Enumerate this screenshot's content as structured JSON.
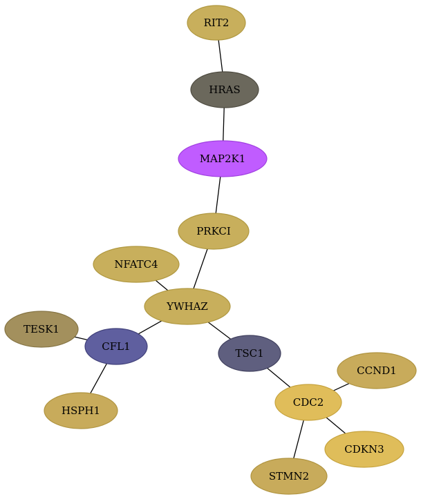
{
  "nodes": [
    {
      "id": "RIT2",
      "label": "RIT2",
      "fill": "#c8af5c",
      "stroke": "#b09840"
    },
    {
      "id": "HRAS",
      "label": "HRAS",
      "fill": "#6b685c",
      "stroke": "#4e4b40"
    },
    {
      "id": "MAP2K1",
      "label": "MAP2K1",
      "fill": "#c05cff",
      "stroke": "#a040e0"
    },
    {
      "id": "PRKCI",
      "label": "PRKCI",
      "fill": "#c8af5c",
      "stroke": "#b09840"
    },
    {
      "id": "NFATC4",
      "label": "NFATC4",
      "fill": "#c8af5c",
      "stroke": "#b09840"
    },
    {
      "id": "YWHAZ",
      "label": "YWHAZ",
      "fill": "#c8af5c",
      "stroke": "#b09840"
    },
    {
      "id": "TESK1",
      "label": "TESK1",
      "fill": "#a3905d",
      "stroke": "#857444"
    },
    {
      "id": "CFL1",
      "label": "CFL1",
      "fill": "#5f5f9f",
      "stroke": "#40407a"
    },
    {
      "id": "TSC1",
      "label": "TSC1",
      "fill": "#5f5f7f",
      "stroke": "#40405e"
    },
    {
      "id": "HSPH1",
      "label": "HSPH1",
      "fill": "#c8ab5b",
      "stroke": "#b09440"
    },
    {
      "id": "CCND1",
      "label": "CCND1",
      "fill": "#c8ab5b",
      "stroke": "#b09440"
    },
    {
      "id": "CDC2",
      "label": "CDC2",
      "fill": "#e0bd5a",
      "stroke": "#c6a33e"
    },
    {
      "id": "CDKN3",
      "label": "CDKN3",
      "fill": "#dfbd5a",
      "stroke": "#c6a33e"
    },
    {
      "id": "STMN2",
      "label": "STMN2",
      "fill": "#c8ab5b",
      "stroke": "#b09440"
    }
  ],
  "edges": [
    {
      "source": "RIT2",
      "target": "HRAS"
    },
    {
      "source": "HRAS",
      "target": "MAP2K1"
    },
    {
      "source": "MAP2K1",
      "target": "PRKCI"
    },
    {
      "source": "PRKCI",
      "target": "YWHAZ"
    },
    {
      "source": "NFATC4",
      "target": "YWHAZ"
    },
    {
      "source": "YWHAZ",
      "target": "CFL1"
    },
    {
      "source": "YWHAZ",
      "target": "TSC1"
    },
    {
      "source": "TESK1",
      "target": "CFL1"
    },
    {
      "source": "CFL1",
      "target": "HSPH1"
    },
    {
      "source": "TSC1",
      "target": "CDC2"
    },
    {
      "source": "CCND1",
      "target": "CDC2"
    },
    {
      "source": "CDC2",
      "target": "CDKN3"
    },
    {
      "source": "CDC2",
      "target": "STMN2"
    }
  ]
}
